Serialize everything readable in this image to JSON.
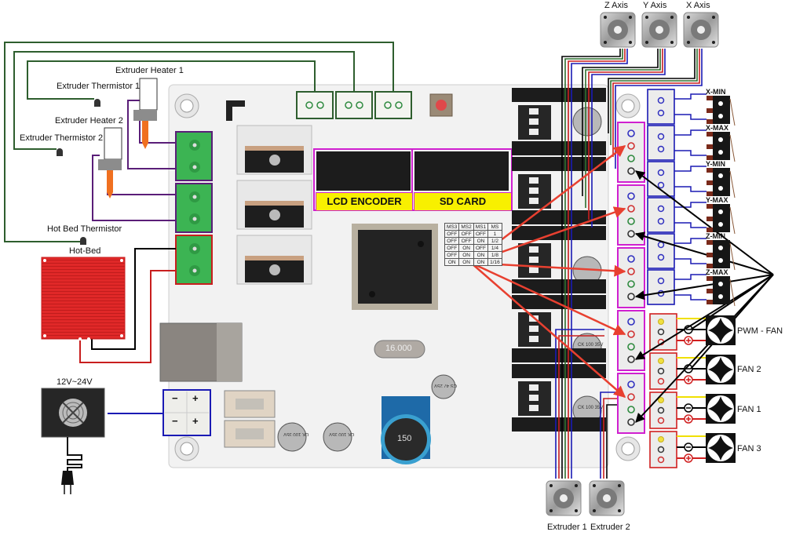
{
  "title": "3D Printer Controller Board Wiring Diagram",
  "left_components": {
    "extruder_heater_1": "Extruder Heater 1",
    "extruder_thermistor_1": "Extruder Thermistor 1",
    "extruder_heater_2": "Extruder Heater 2",
    "extruder_thermistor_2": "Extruder Thermistor 2",
    "hot_bed_thermistor": "Hot Bed Thermistor",
    "hot_bed": "Hot-Bed",
    "power_supply": "12V~24V",
    "power_terminals": [
      "−",
      "+",
      "−",
      "+"
    ]
  },
  "board": {
    "lcd_header": "LCD ENCODER",
    "sd_header": "SD CARD",
    "crystal": "16.000",
    "inductor": "150",
    "capacitors": [
      "CK 100 35V",
      "CK 100 35V",
      "CS 47 25V",
      "CK 100 35V",
      "CK 100 35V"
    ],
    "microstep_table": {
      "headers": [
        "MS3",
        "MS2",
        "MS1",
        "MS"
      ],
      "rows": [
        [
          "OFF",
          "OFF",
          "OFF",
          "1"
        ],
        [
          "OFF",
          "OFF",
          "ON",
          "1/2"
        ],
        [
          "OFF",
          "ON",
          "OFF",
          "1/4"
        ],
        [
          "OFF",
          "ON",
          "ON",
          "1/8"
        ],
        [
          "ON",
          "ON",
          "ON",
          "1/16"
        ]
      ]
    }
  },
  "motors_top": [
    "Z Axis",
    "Y Axis",
    "X Axis"
  ],
  "motors_bottom": [
    "Extruder 1",
    "Extruder 2"
  ],
  "endstops": [
    "X-MIN",
    "X-MAX",
    "Y-MIN",
    "Y-MAX",
    "Z-MIN",
    "Z-MAX"
  ],
  "fans": [
    "PWM - FAN",
    "FAN 2",
    "FAN 1",
    "FAN 3"
  ],
  "colors": {
    "heater_wire": "#5a1e78",
    "thermistor_wire": "#2e5e2e",
    "hotbed_wire": "#c81e1e",
    "stepper_highlight": "#d020d0",
    "endstop_wire": "#1a1ab4",
    "fan_highlight": "#d02020",
    "label_yellow": "#f8f000",
    "arrow_red": "#e84030",
    "terminal_green": "#3cb453",
    "pcb_white": "#f2f2f2"
  }
}
